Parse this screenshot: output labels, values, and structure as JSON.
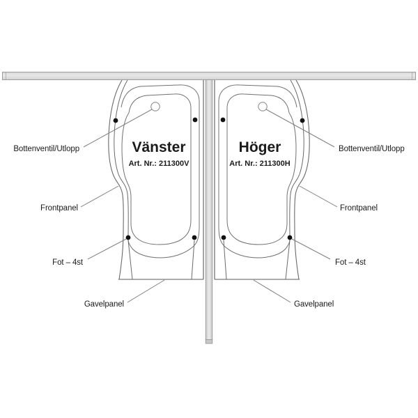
{
  "diagram": {
    "description": "Bathtub installation layout diagram, left and right versions",
    "tubs": {
      "left": {
        "title": "Vänster",
        "art_nr": "Art. Nr.: 211300V"
      },
      "right": {
        "title": "Höger",
        "art_nr": "Art. Nr.: 211300H"
      }
    },
    "callouts": {
      "bottom_valve": "Bottenventil/Utlopp",
      "front_panel": "Frontpanel",
      "feet": "Fot – 4st",
      "end_panel": "Gavelpanel"
    },
    "colors": {
      "background": "#ffffff",
      "wall_fill": "#dedede",
      "wall_stroke": "#9c9c9c",
      "tub_line": "#6a6a6a",
      "frame_line": "#5a5a5a",
      "callout_line": "#7f7f7f",
      "text": "#1a1a1a",
      "foot_dot": "#111111"
    }
  }
}
